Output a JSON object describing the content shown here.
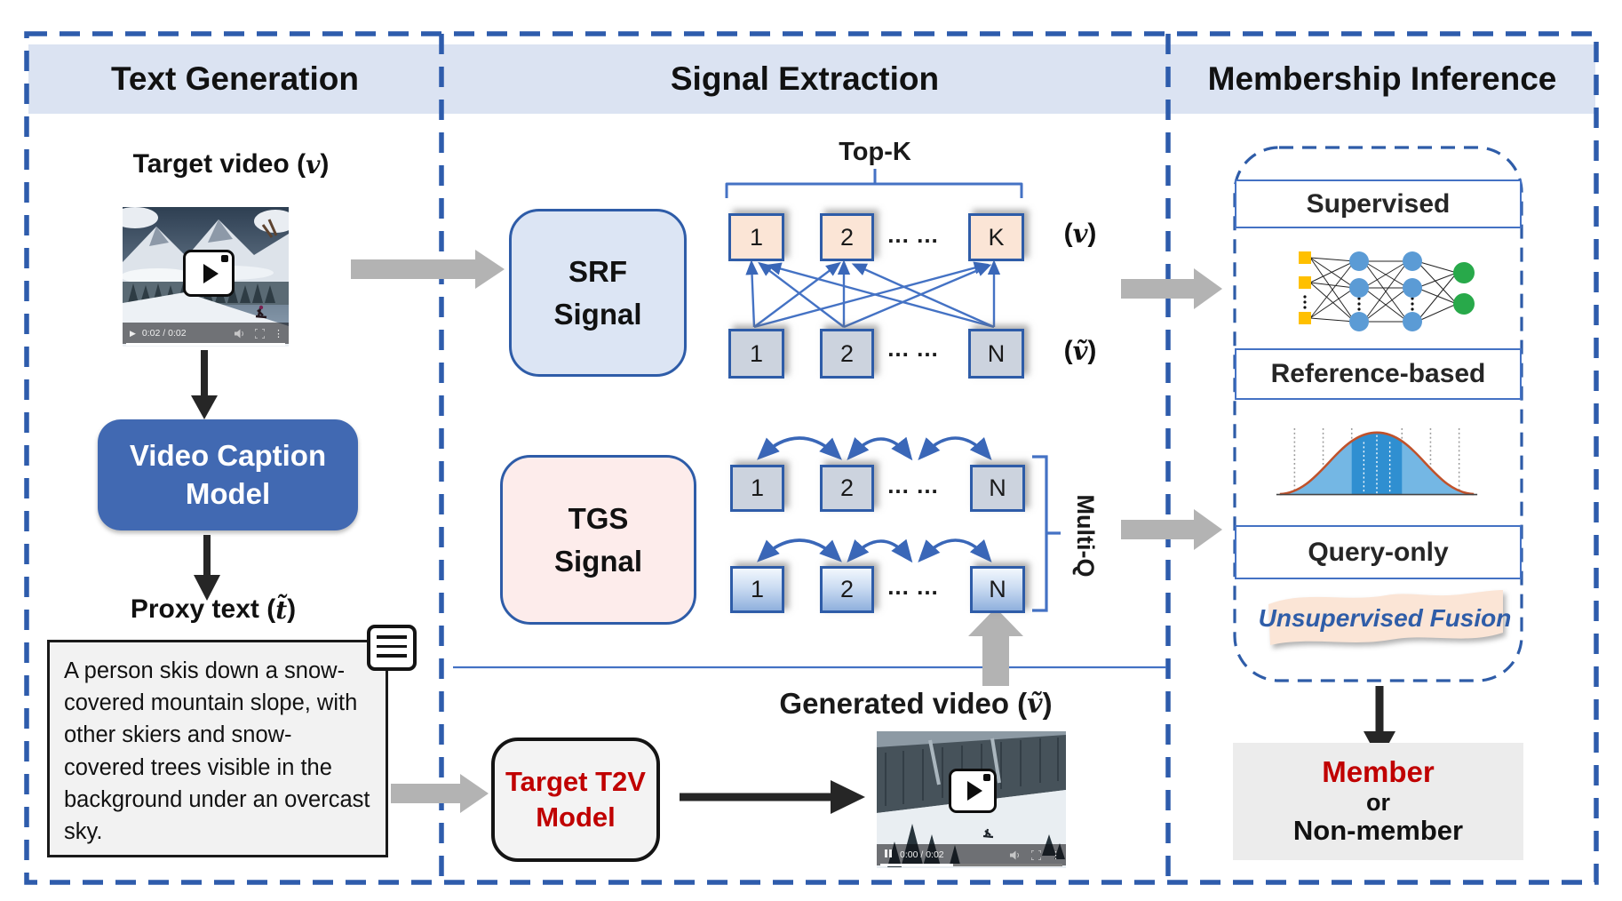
{
  "panels": {
    "left": {
      "title": "Text Generation"
    },
    "middle": {
      "title": "Signal Extraction"
    },
    "right": {
      "title": "Membership Inference"
    }
  },
  "left": {
    "video_label_prefix": "Target video (",
    "video_symbol": "v",
    "video_label_suffix": ")",
    "target_player_time": "0:02 / 0:02",
    "caption_model_label": "Video Caption Model",
    "proxy_prefix": "Proxy text (",
    "proxy_symbol": "t̃",
    "proxy_suffix": ")",
    "proxy_text": "A person skis down a snow-covered mountain slope, with other skiers and snow-covered trees visible in the background under an overcast sky."
  },
  "middle": {
    "top_k": "Top-K",
    "srf_line1": "SRF",
    "srf_line2": "Signal",
    "tgs_line1": "TGS",
    "tgs_line2": "Signal",
    "srf_top": [
      "1",
      "2",
      "... ...",
      "K"
    ],
    "srf_bottom": [
      "1",
      "2",
      "... ...",
      "N"
    ],
    "tgs_row1": [
      "1",
      "2",
      "... ...",
      "N"
    ],
    "tgs_row2": [
      "1",
      "2",
      "... ...",
      "N"
    ],
    "v_open": "(",
    "v_symbol": "v",
    "v_close": ")",
    "vt_open": "(",
    "vt_symbol": "ṽ",
    "vt_close": ")",
    "multi_q": "Multi-Q",
    "t2v_label": "Target T2V Model",
    "generated_prefix": "Generated video (",
    "generated_symbol": "ṽ",
    "generated_suffix": ")",
    "generated_player_time": "0:00 / 0:02"
  },
  "right": {
    "supervised": "Supervised",
    "reference_based": "Reference-based",
    "query_only": "Query-only",
    "fusion": "Unsupervised Fusion",
    "member": "Member",
    "or": "or",
    "nonmember": "Non-member"
  },
  "icons": {
    "play": "play-icon",
    "pause": "pause-icon",
    "speaker": "speaker-icon",
    "fullscreen": "fullscreen-icon",
    "kebab": "kebab-menu-icon",
    "document": "document-icon",
    "neural_network": "neural-network-icon",
    "gaussian": "gaussian-distribution-icon"
  },
  "colors": {
    "border_blue": "#2e5cac",
    "arrow_blue": "#4472c4",
    "band_blue": "#dbe3f2",
    "srf_fill": "#dce5f4",
    "tgs_fill": "#fdeceb",
    "peach_box": "#fbe5d6",
    "gray_box": "#ccd3de",
    "caption_model_blue": "#4169b2",
    "accent_red": "#c00000",
    "member_bg": "#ececec",
    "gray_arrow": "#b3b3b3",
    "fusion_text_blue": "#2f5da8"
  }
}
